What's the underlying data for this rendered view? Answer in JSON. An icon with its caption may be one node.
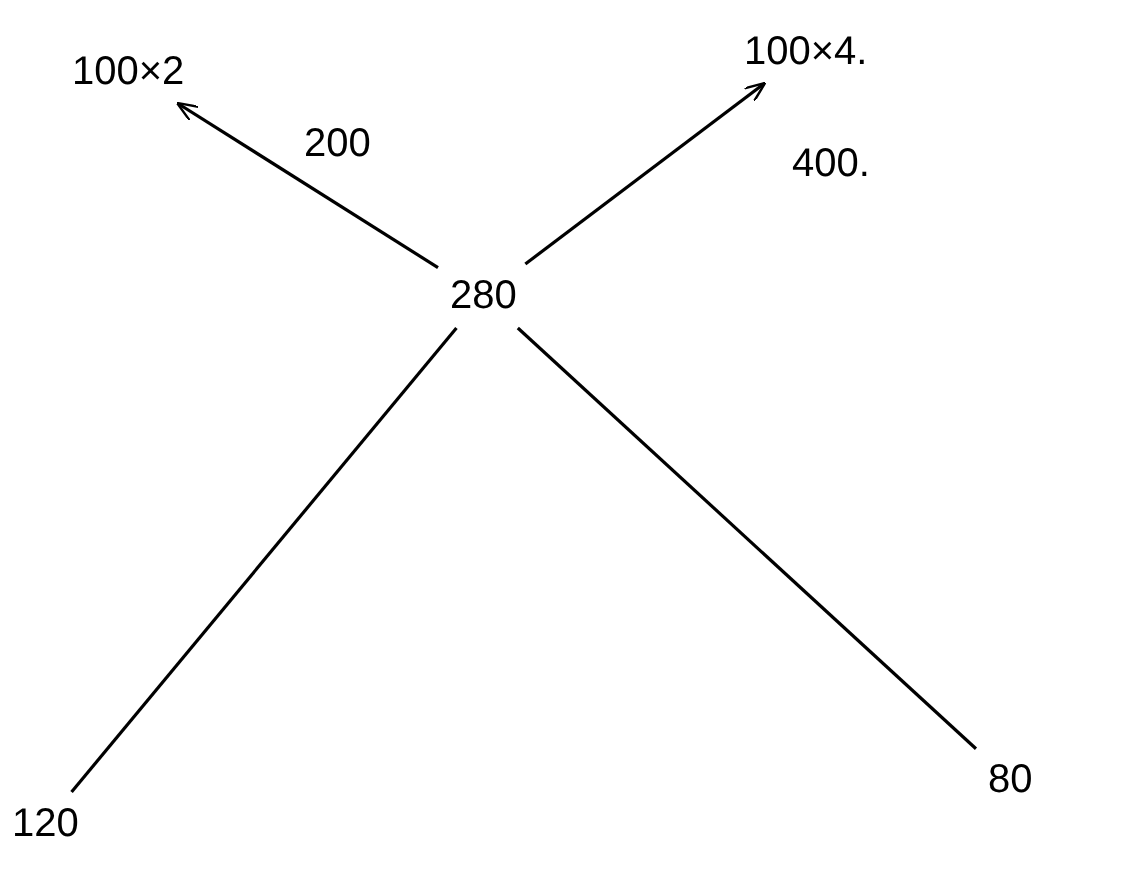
{
  "diagram": {
    "nodes": [
      {
        "text": [
          "100×2"
        ]
      },
      {
        "text": [
          "100×4."
        ]
      },
      {
        "text": [
          "280"
        ]
      },
      {
        "text": [
          "120"
        ]
      },
      {
        "text": [
          "80"
        ]
      }
    ],
    "edges": [
      {
        "from": 2,
        "to": 0,
        "arrow": "to",
        "label": "200"
      },
      {
        "from": 2,
        "to": 1,
        "arrow": "to",
        "label": "400."
      },
      {
        "from": 3,
        "to": 2,
        "arrow": "none"
      },
      {
        "from": 2,
        "to": 4,
        "arrow": "none"
      }
    ]
  }
}
